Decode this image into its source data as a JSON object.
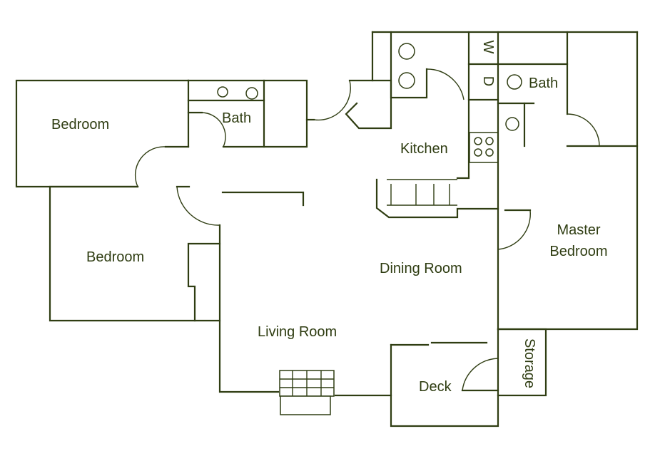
{
  "colors": {
    "line": "#2f3d12",
    "background": "#ffffff"
  },
  "rooms": {
    "bedroom_1": "Bedroom",
    "bath_1": "Bath",
    "bedroom_2": "Bedroom",
    "kitchen": "Kitchen",
    "bath_2": "Bath",
    "washer": "W",
    "dryer": "D",
    "master_line1": "Master",
    "master_line2": "Bedroom",
    "dining": "Dining Room",
    "living": "Living Room",
    "deck": "Deck",
    "storage": "Storage"
  }
}
